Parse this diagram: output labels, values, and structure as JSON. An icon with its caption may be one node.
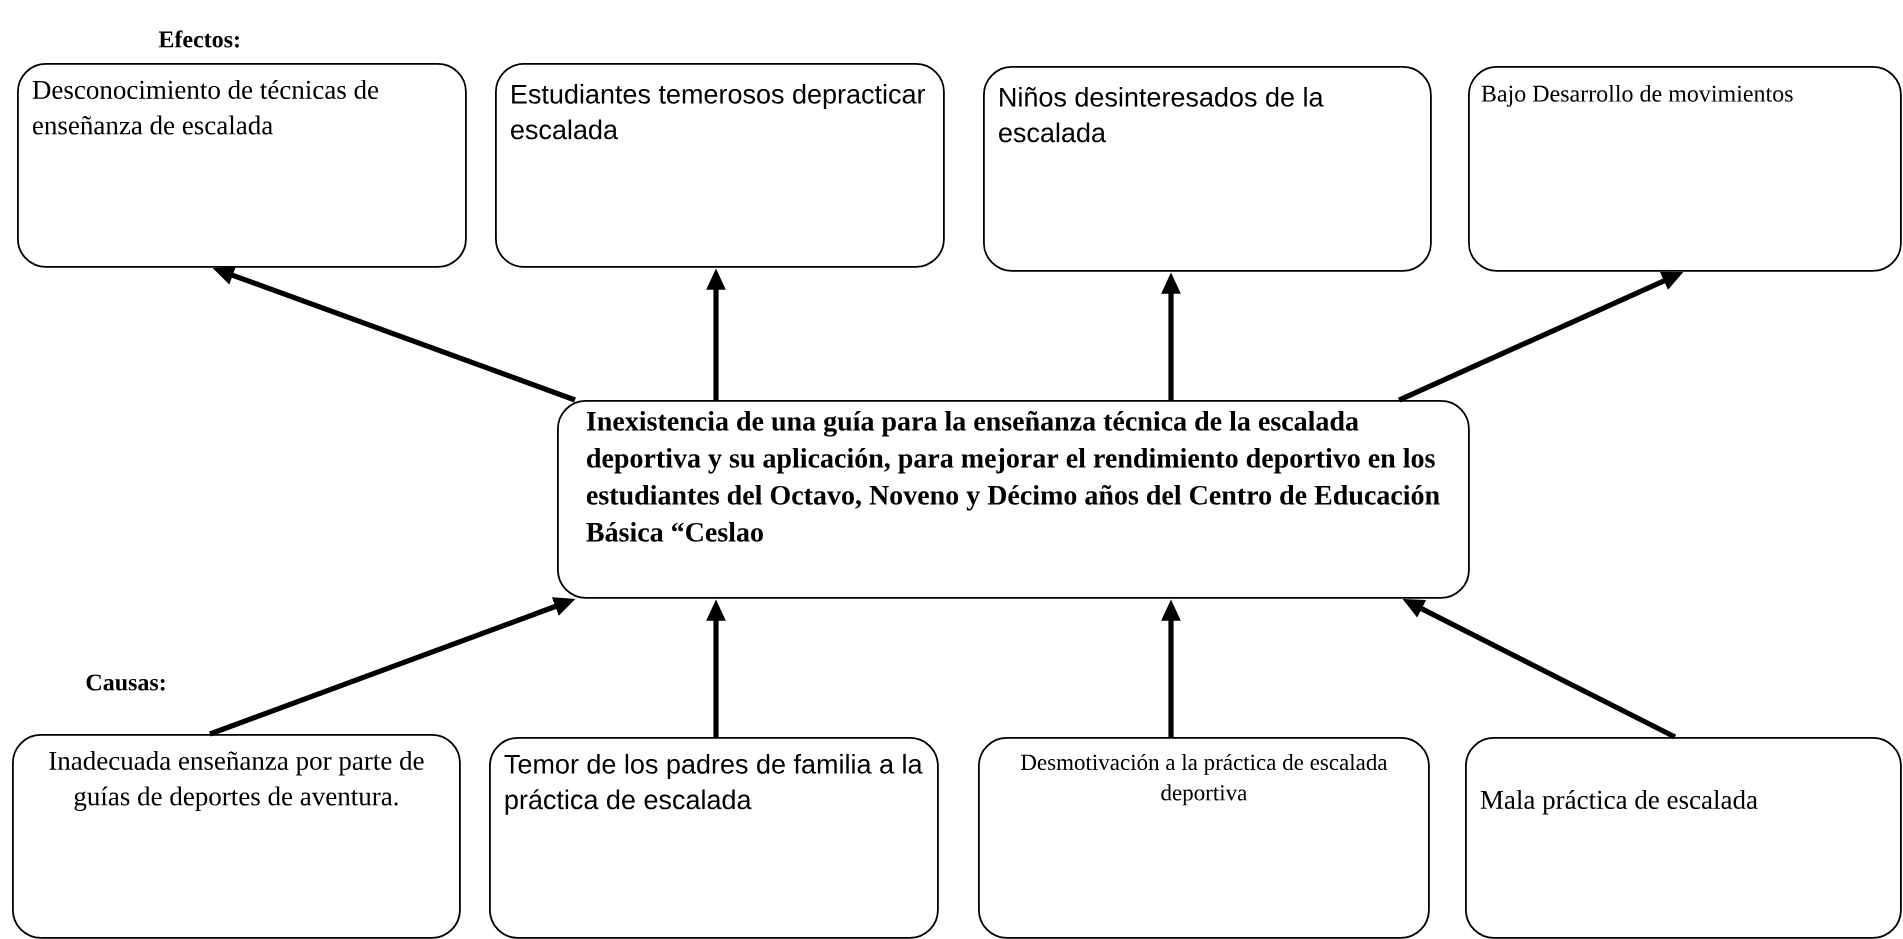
{
  "diagram": {
    "nodes": [
      {
        "text": [
          "Desconocimiento de técnicas de enseñanza de escalada"
        ]
      },
      {
        "text": [
          "Estudiantes temerosos depracticar escalada"
        ]
      },
      {
        "text": [
          "Niños desinteresados de la escalada"
        ]
      },
      {
        "text": [
          "Bajo Desarrollo de movimientos"
        ]
      },
      {
        "text": [
          "Inexistencia de una guía para la enseñanza técnica de la escalada deportiva y su aplicación, para mejorar el rendimiento deportivo en los estudiantes del Octavo, Noveno y Décimo años del Centro de Educación Básica “Ceslao"
        ]
      },
      {
        "text": [
          "Inadecuada enseñanza por parte de guías de deportes de aventura."
        ]
      },
      {
        "text": [
          "Temor de los padres de familia a la práctica de escalada"
        ]
      },
      {
        "text": [
          "Desmotivación a la práctica de escalada deportiva"
        ]
      },
      {
        "text": [
          "Mala práctica de escalada"
        ]
      }
    ],
    "edges": [
      {
        "from": 4,
        "to": 0,
        "arrow": "to"
      },
      {
        "from": 4,
        "to": 1,
        "arrow": "to"
      },
      {
        "from": 4,
        "to": 2,
        "arrow": "to"
      },
      {
        "from": 4,
        "to": 3,
        "arrow": "to"
      },
      {
        "from": 5,
        "to": 4,
        "arrow": "to"
      },
      {
        "from": 6,
        "to": 4,
        "arrow": "to"
      },
      {
        "from": 7,
        "to": 4,
        "arrow": "to"
      },
      {
        "from": 8,
        "to": 4,
        "arrow": "to"
      }
    ],
    "labels": [
      "Efectos:",
      "Causas:"
    ]
  }
}
